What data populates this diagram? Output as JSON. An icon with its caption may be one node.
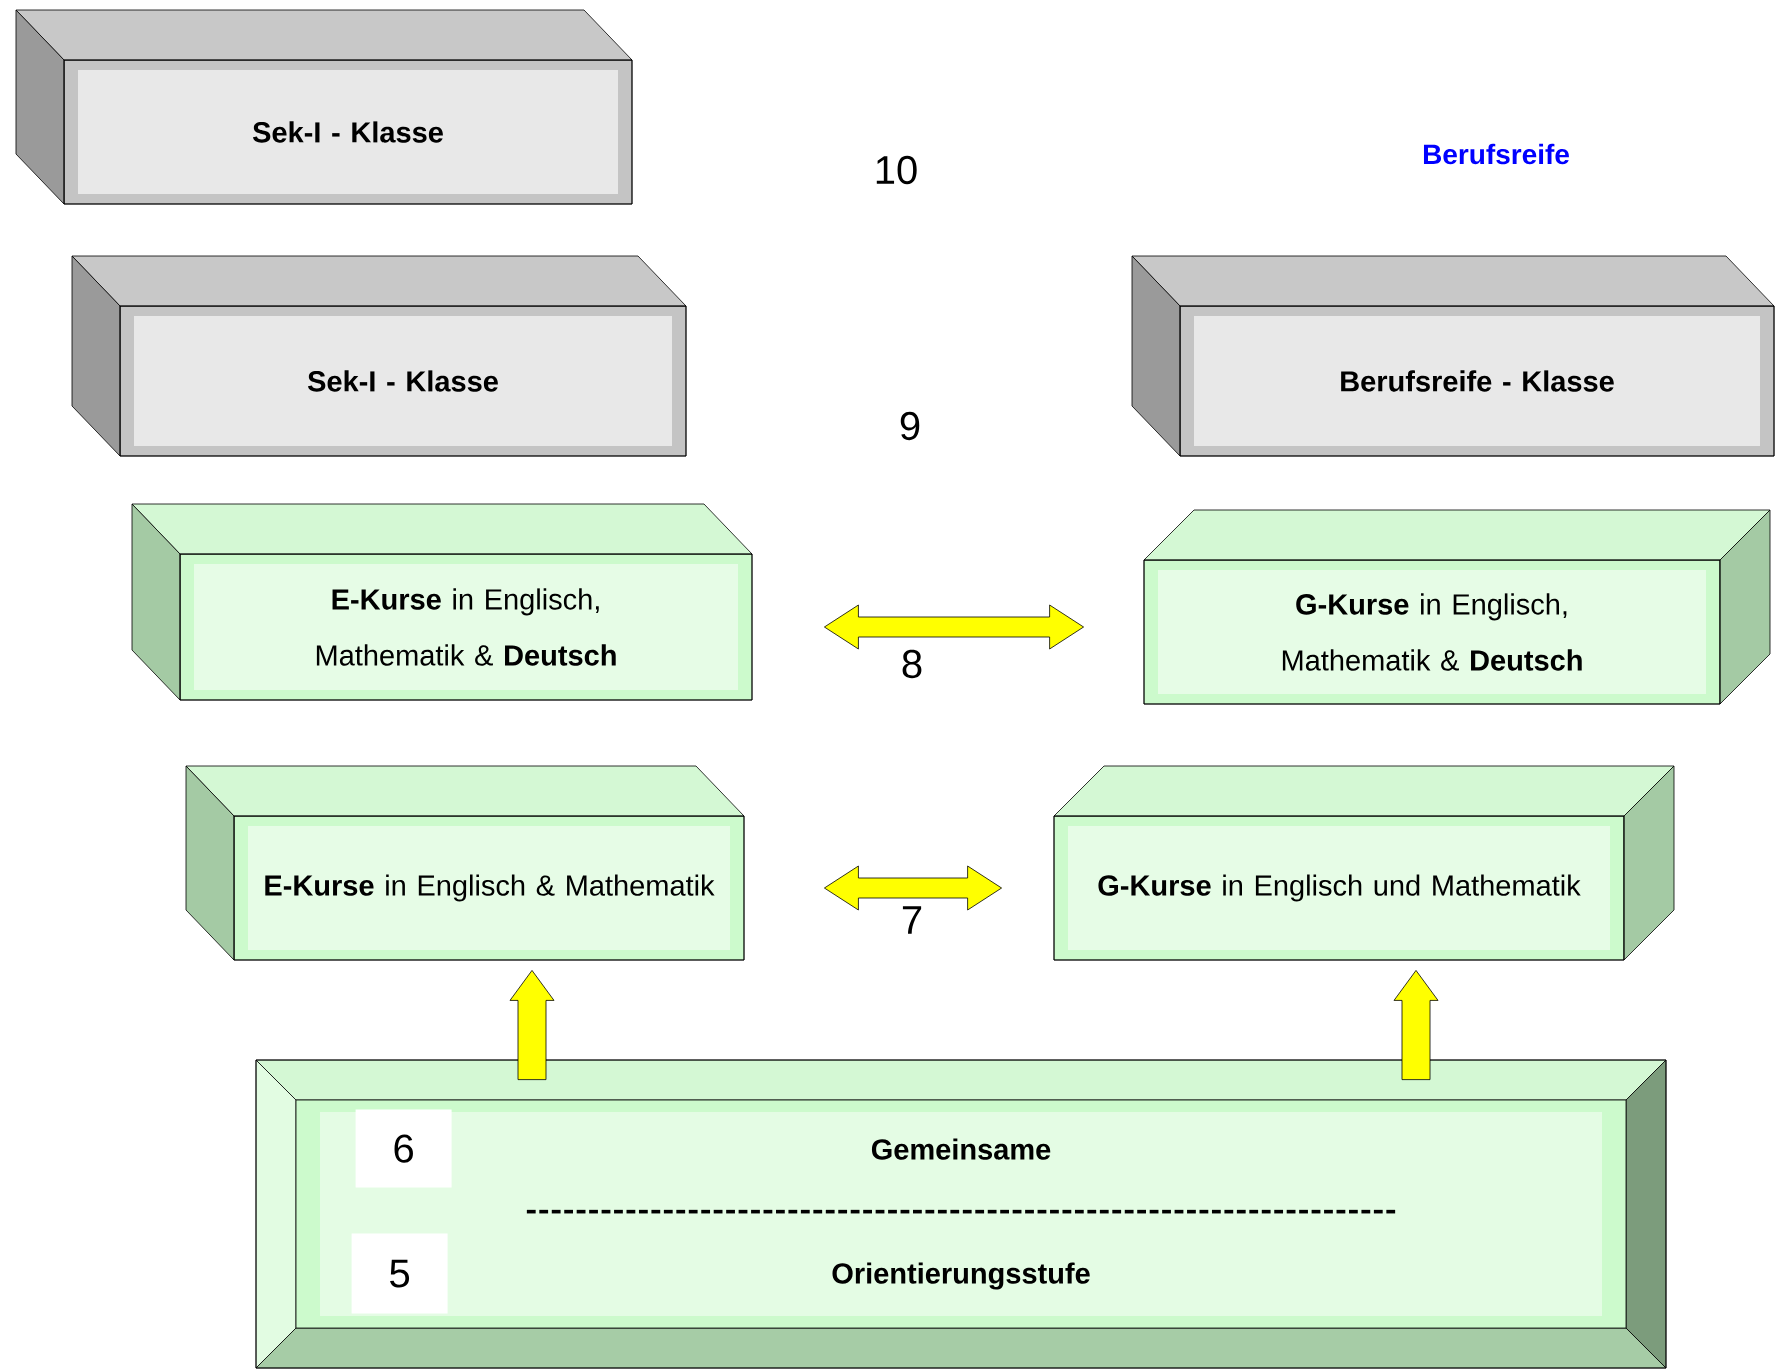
{
  "diagram": {
    "nodes": [
      {
        "text": [
          "Sek-I - Klasse"
        ]
      },
      {
        "text": [
          "Sek-I - Klasse"
        ]
      },
      {
        "text": [
          "Berufsreife - Klasse"
        ]
      },
      {
        "text": [
          "**E-Kurse** in Englisch, Mathematik & **Deutsch**"
        ]
      },
      {
        "text": [
          "**G-Kurse** in Englisch, Mathematik & **Deutsch**"
        ]
      },
      {
        "text": [
          "**E-Kurse** in Englisch & Mathematik"
        ]
      },
      {
        "text": [
          "**G-Kurse** in Englisch und Mathematik"
        ]
      },
      {
        "text": [
          "Gemeinsame",
          "Orientierungsstufe"
        ]
      },
      {
        "text": [
          "6"
        ],
        "in": 7
      },
      {
        "text": [
          "5"
        ],
        "in": 7
      }
    ],
    "edges": [
      {
        "from": 3,
        "to": 4,
        "arrow": "both"
      },
      {
        "from": 5,
        "to": 6,
        "arrow": "both"
      },
      {
        "from": 7,
        "to": 5,
        "arrow": "to"
      },
      {
        "from": 7,
        "to": 6,
        "arrow": "to"
      }
    ],
    "labels": [
      "10",
      "Berufsreife",
      "9",
      "8",
      "7"
    ]
  }
}
